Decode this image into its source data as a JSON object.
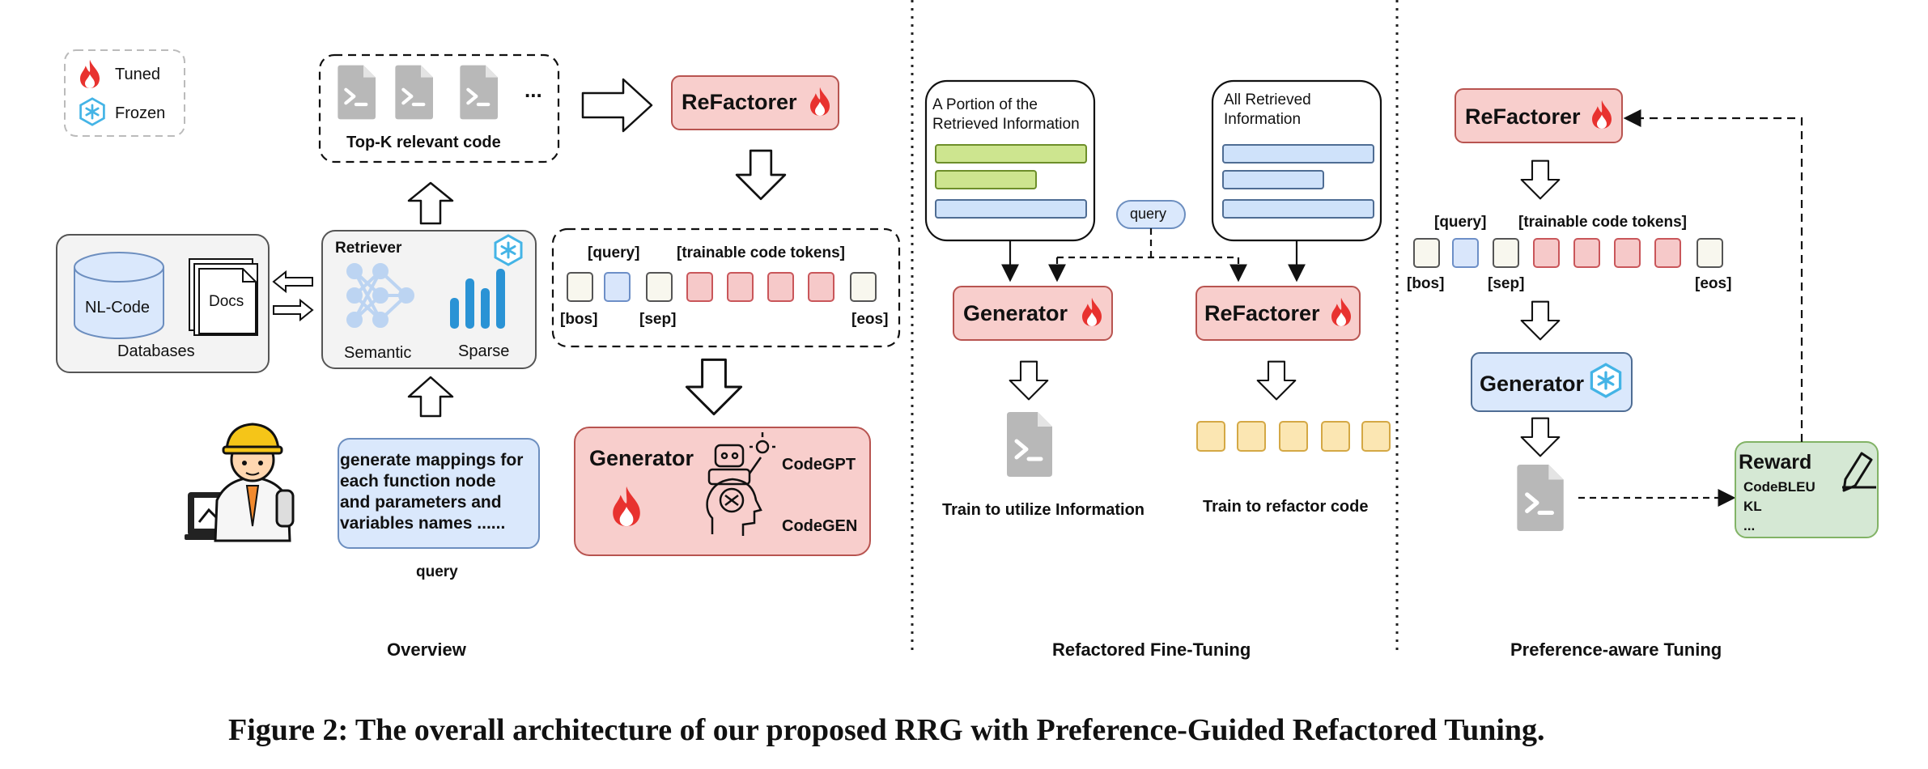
{
  "legend": {
    "tuned": "Tuned",
    "frozen": "Frozen"
  },
  "overview": {
    "topk_label": "Top-K relevant code",
    "ellipsis": "...",
    "refactorer_label": "ReFactorer",
    "retriever_label": "Retriever",
    "semantic_label": "Semantic",
    "sparse_label": "Sparse",
    "nlcode_label": "NL-Code",
    "docs_label": "Docs",
    "databases_label": "Databases",
    "query_text": [
      "generate mappings for",
      "each function node",
      "and parameters and",
      "variables names ......"
    ],
    "query_label": "query",
    "token_query": "[query]",
    "token_trainable": "[trainable code tokens]",
    "token_bos": "[bos]",
    "token_sep": "[sep]",
    "token_eos": "[eos]",
    "generator_label": "Generator",
    "codegpt": "CodeGPT",
    "codegen": "CodeGEN",
    "section_title": "Overview"
  },
  "finetune": {
    "portion_text": [
      "A Portion of the",
      "Retrieved Information"
    ],
    "all_text": [
      "All Retrieved",
      "Information"
    ],
    "query_chip": "query",
    "generator_label": "Generator",
    "refactorer_label": "ReFactorer",
    "utilize_caption": "Train to utilize Information",
    "refactor_caption": "Train to refactor code",
    "section_title": "Refactored Fine-Tuning"
  },
  "preference": {
    "refactorer_label": "ReFactorer",
    "token_query": "[query]",
    "token_trainable": "[trainable code tokens]",
    "token_bos": "[bos]",
    "token_sep": "[sep]",
    "token_eos": "[eos]",
    "generator_label": "Generator",
    "reward_label": "Reward",
    "reward_items": [
      "CodeBLEU",
      "KL",
      "..."
    ],
    "section_title": "Preference-aware Tuning"
  },
  "caption": "Figure 2: The overall architecture of our proposed RRG with Preference-Guided Refactored Tuning.",
  "colors": {
    "tuned_red": "#e8322f",
    "frozen_blue": "#44b4e6",
    "pink_fill": "#f8cecc",
    "blue_fill": "#dae8fc",
    "green_fill": "#d5e8d4"
  }
}
